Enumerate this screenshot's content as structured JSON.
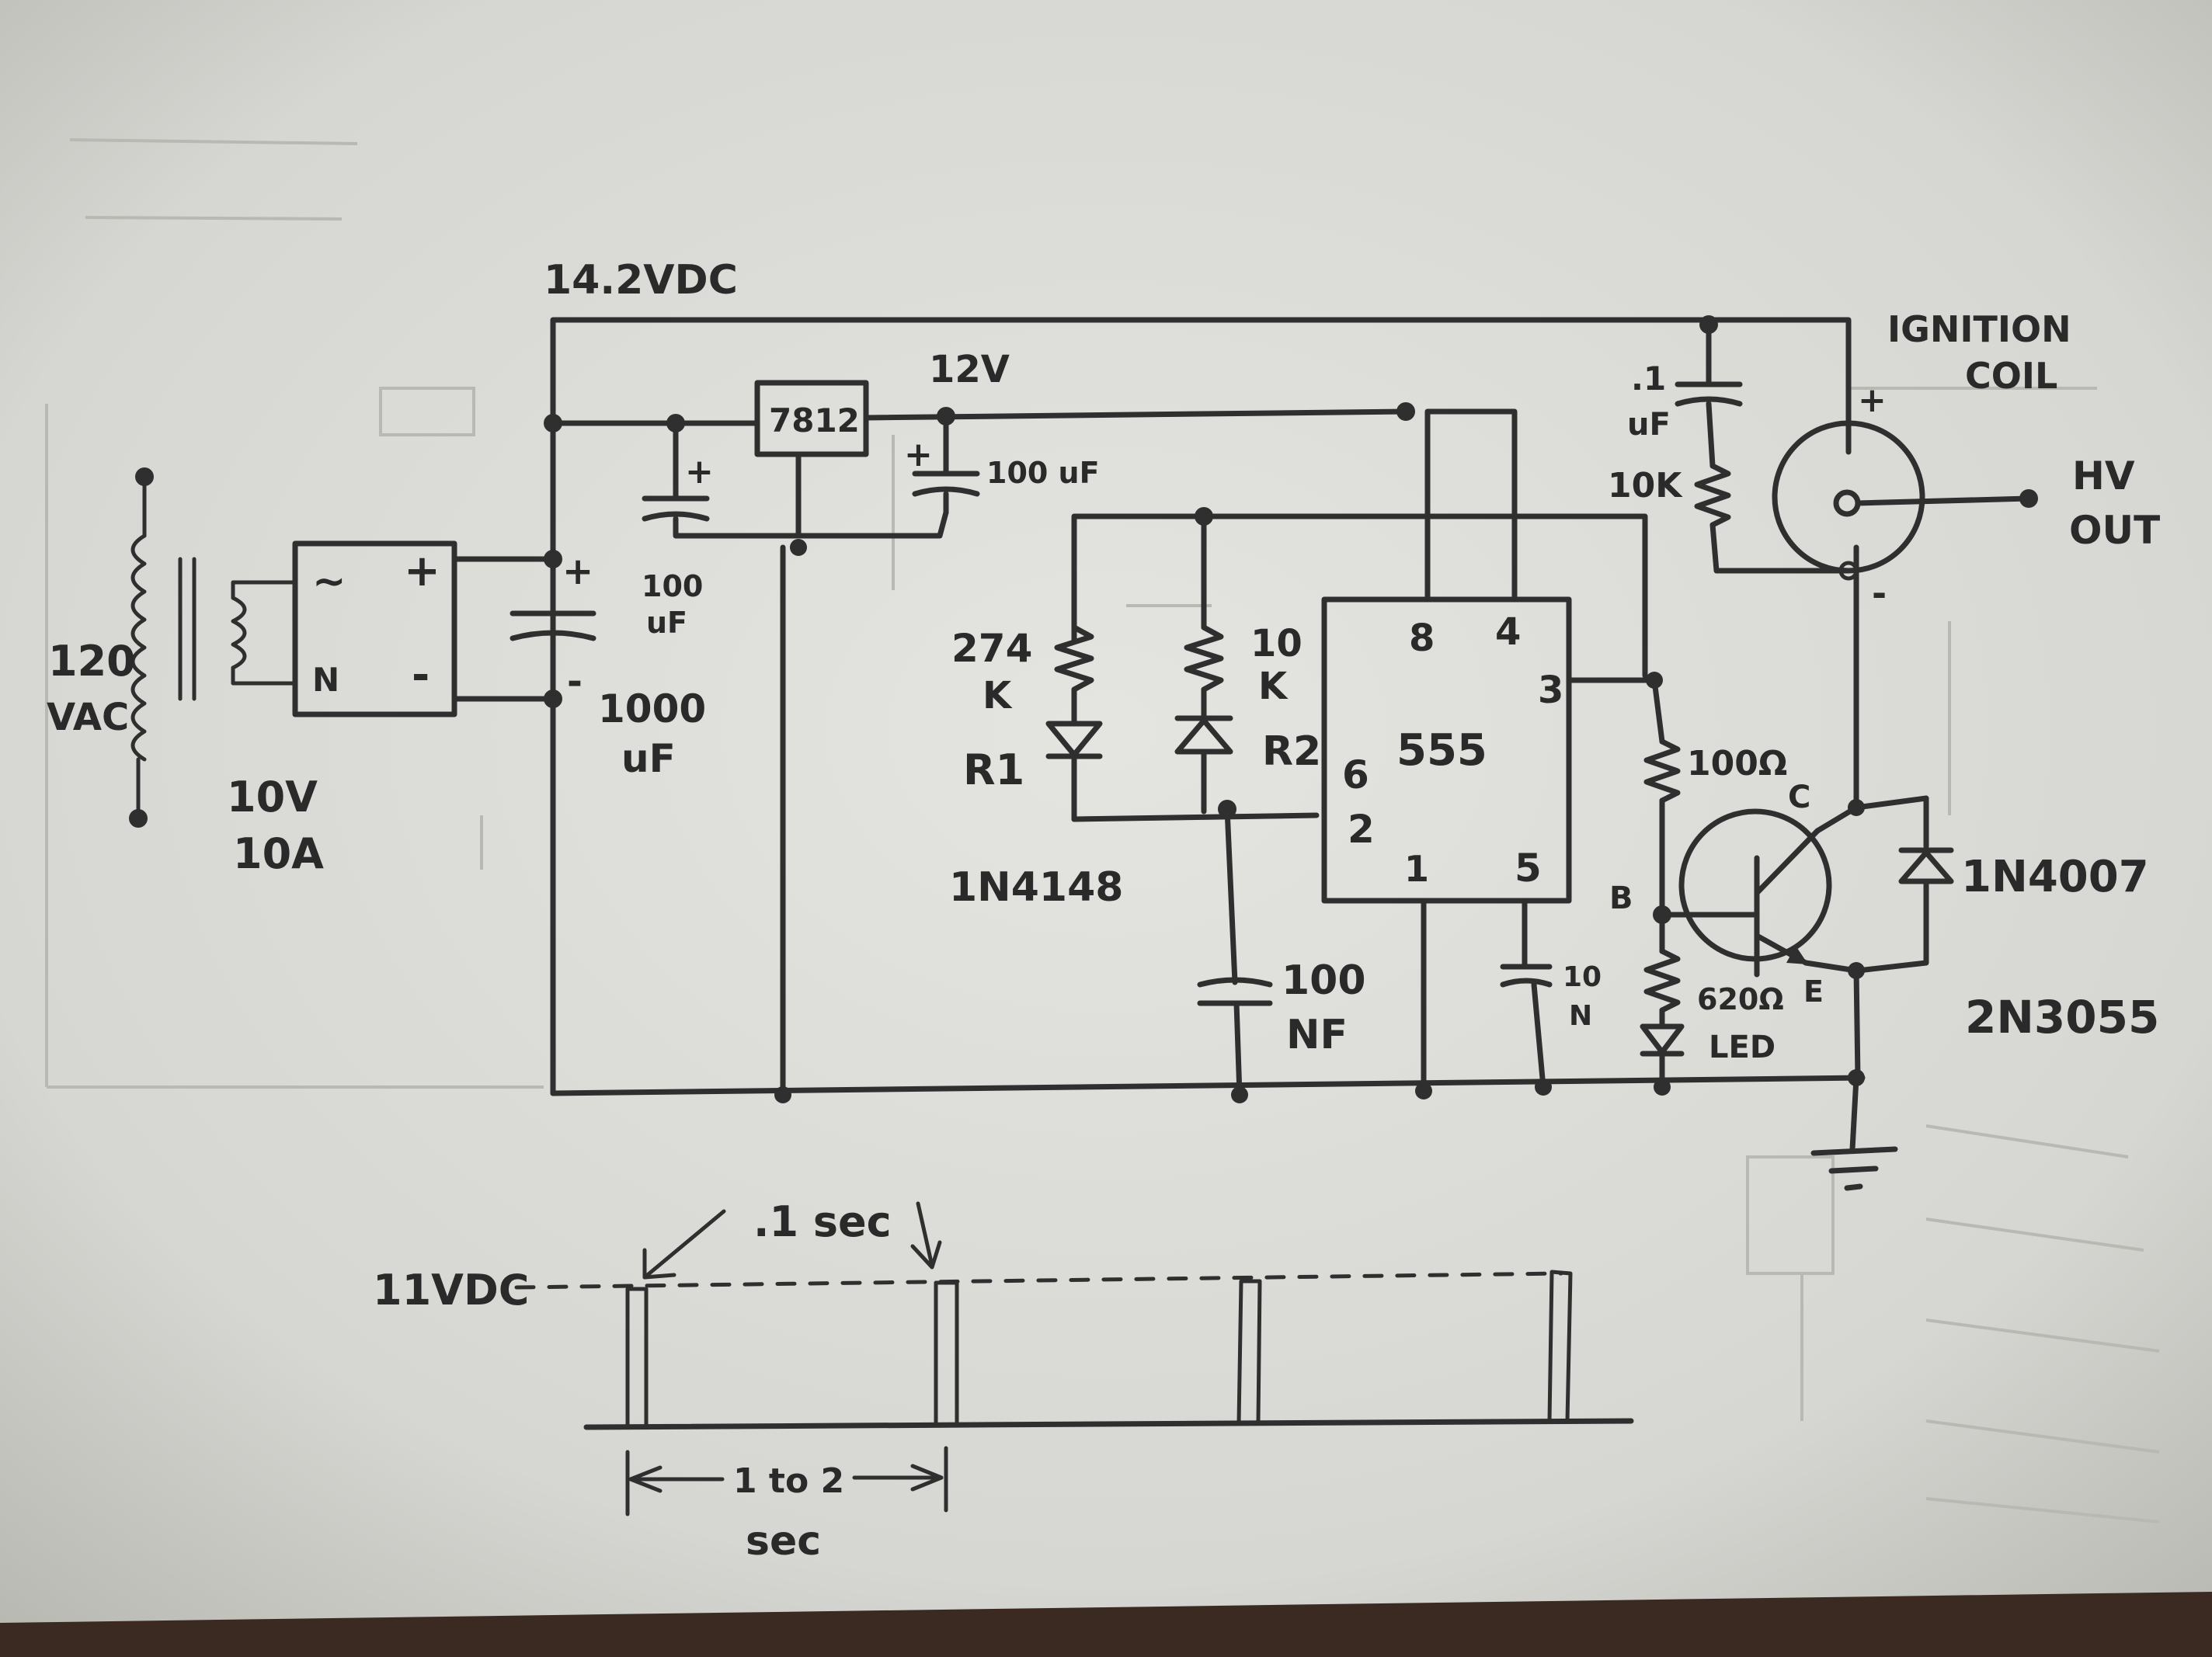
{
  "colors": {
    "paper": "#dcdcd8",
    "ink": "#2f2f2f",
    "ghost": "#b9b9b3",
    "background": "#3a2a22"
  },
  "labels": {
    "supply_voltage": "14.2VDC",
    "reg_voltage": "12V",
    "mains": [
      "120",
      "VAC"
    ],
    "transformer": [
      "10V",
      "10A"
    ],
    "bridge_ac1": "~",
    "bridge_ac2": "N",
    "bridge_plus": "+",
    "bridge_minus": "-",
    "cap_main": [
      "1000",
      "uF"
    ],
    "cap_main_plus": "+",
    "cap_main_minus": "-",
    "regulator": "7812",
    "cap_in": [
      "100",
      "uF"
    ],
    "cap_out": "100 uF",
    "r1_value": [
      "274",
      "K"
    ],
    "r1_name": "R1",
    "diode_1n4148": "1N4148",
    "r2_value": [
      "10",
      "K"
    ],
    "r2_name": "R2",
    "cap_timing": [
      "100",
      "NF"
    ],
    "ic": "555",
    "pin8": "8",
    "pin4": "4",
    "pin3": "3",
    "pin6": "6",
    "pin2": "2",
    "pin1": "1",
    "pin5": "5",
    "cap_10n": [
      "10",
      "N"
    ],
    "r_base": "100Ω",
    "r_led": "620Ω",
    "led": "LED",
    "transistor": "2N3055",
    "t_c": "C",
    "t_b": "B",
    "t_e": "E",
    "diode_1n4007": "1N4007",
    "snubber_cap": [
      ".1",
      "uF"
    ],
    "snubber_res": "10K",
    "coil": [
      "IGNITION",
      "COIL"
    ],
    "coil_plus": "+",
    "coil_minus": "-",
    "hv_out": [
      "HV",
      "OUT"
    ]
  },
  "waveform": {
    "voltage": "11VDC",
    "pulse_width": ".1 sec",
    "period": "1 to 2",
    "period_unit": "sec"
  }
}
